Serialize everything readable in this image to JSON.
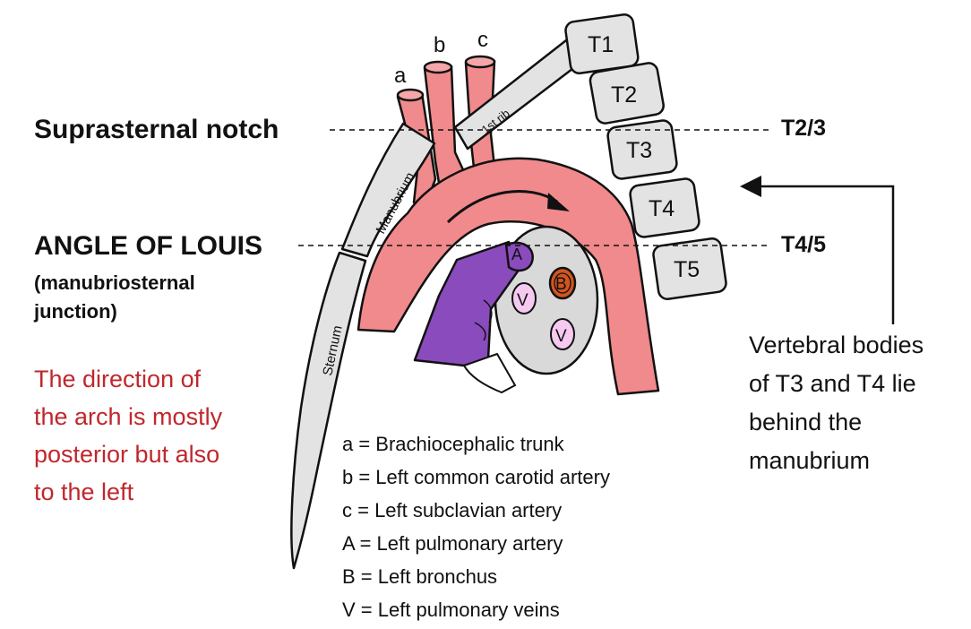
{
  "landmarks": {
    "suprasternal_notch": "Suprasternal notch",
    "suprasternal_level": "T2/3",
    "angle_of_louis": "ANGLE OF LOUIS",
    "angle_sub_1": "(manubriosternal",
    "angle_sub_2": "junction)",
    "angle_level": "T4/5"
  },
  "note_red": {
    "lines": [
      "The direction of",
      "the arch is mostly",
      "posterior but also",
      "to the left"
    ],
    "color": "#c0272d"
  },
  "note_right": {
    "lines": [
      "Vertebral bodies",
      "of T3 and T4 lie",
      "behind the",
      "manubrium"
    ]
  },
  "vessel_letters": {
    "a": "a",
    "b": "b",
    "c": "c"
  },
  "structures": {
    "manubrium": "Manubrium",
    "sternum": "Sternum",
    "first_rib": "1st rib",
    "A": "A",
    "B": "B",
    "V1": "V",
    "V2": "V"
  },
  "vertebrae": [
    "T1",
    "T2",
    "T3",
    "T4",
    "T5"
  ],
  "legend": [
    "a = Brachiocephalic trunk",
    "b = Left common carotid artery",
    "c = Left subclavian artery",
    "A = Left pulmonary artery",
    "B = Left bronchus",
    "V = Left pulmonary veins"
  ],
  "colors": {
    "artery": "#f08a8c",
    "pulmonary_artery": "#8a4bbd",
    "bronchus": "#d2551f",
    "vein": "#f6c9f1",
    "bone": "#e3e3e3",
    "hilum": "#d9d9d9"
  }
}
